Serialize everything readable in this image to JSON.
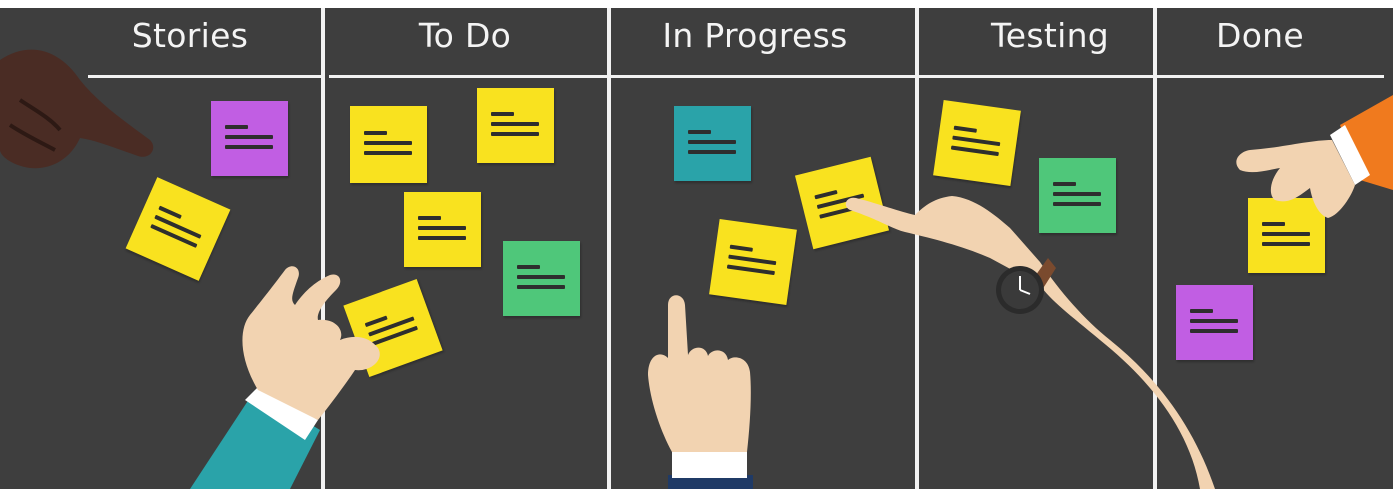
{
  "board": {
    "columns": [
      {
        "key": "stories",
        "title": "Stories"
      },
      {
        "key": "todo",
        "title": "To Do"
      },
      {
        "key": "in_progress",
        "title": "In Progress"
      },
      {
        "key": "testing",
        "title": "Testing"
      },
      {
        "key": "done",
        "title": "Done"
      }
    ]
  },
  "colors": {
    "board": "#3e3e3e",
    "line": "#f2f2f2",
    "note_yellow": "#f9e21f",
    "note_purple": "#c15ee3",
    "note_teal": "#2aa3a9",
    "note_green": "#4fc77a",
    "skin_light": "#f2d3b1",
    "skin_dark": "#4a2c24",
    "sleeve_teal": "#2aa3a9",
    "sleeve_orange": "#f07a1e",
    "sleeve_navy": "#1f3a66"
  },
  "icons": [
    "pointing-hand-icon",
    "grabbing-hand-icon",
    "wristwatch-icon"
  ]
}
